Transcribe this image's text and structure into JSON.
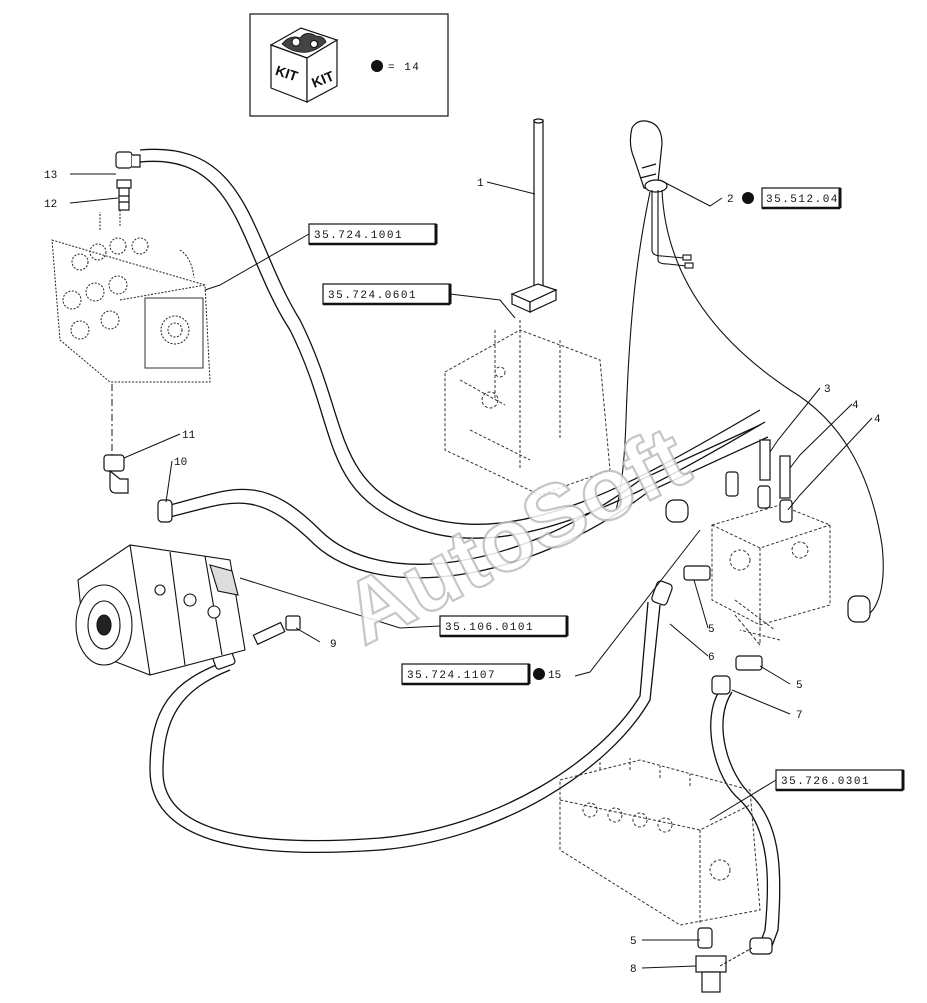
{
  "kit_box": {
    "kit_label_left": "KIT",
    "kit_label_right": "KIT",
    "equals_text": "= 14"
  },
  "reference_boxes": [
    {
      "id": "ref-1",
      "label": "35.724.1001"
    },
    {
      "id": "ref-2",
      "label": "35.724.0601"
    },
    {
      "id": "ref-3",
      "label": "35.512.04"
    },
    {
      "id": "ref-4",
      "label": "35.106.0101"
    },
    {
      "id": "ref-5",
      "label": "35.724.1107"
    },
    {
      "id": "ref-6",
      "label": "35.726.0301"
    }
  ],
  "callouts": {
    "c1": "1",
    "c2": "2",
    "c3": "3",
    "c4a": "4",
    "c4b": "4",
    "c5a": "5",
    "c5b": "5",
    "c5c": "5",
    "c6": "6",
    "c7": "7",
    "c8": "8",
    "c9": "9",
    "c10": "10",
    "c11": "11",
    "c12": "12",
    "c13": "13",
    "c15": "15"
  },
  "watermark": "AutoSoft",
  "colors": {
    "line": "#111111",
    "watermark_outline": "#bdbdbd",
    "background": "#ffffff"
  }
}
